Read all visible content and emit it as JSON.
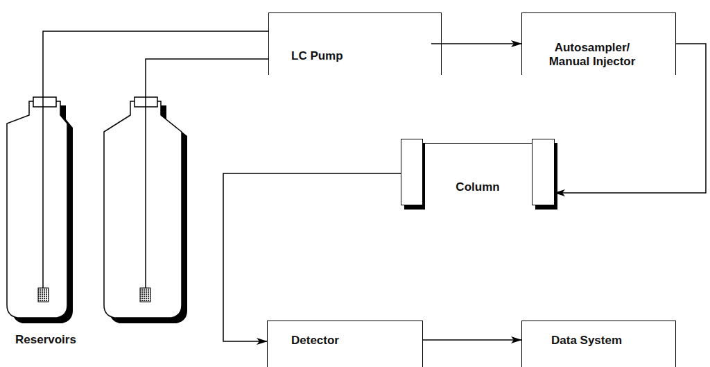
{
  "diagram": {
    "nodes": [
      {
        "text": [
          "LC Pump"
        ]
      },
      {
        "text": [
          "Autosampler/ Manual Injector"
        ]
      },
      {
        "text": [
          "Column"
        ]
      },
      {
        "text": [
          "Detector"
        ]
      },
      {
        "text": [
          "Data System"
        ]
      }
    ],
    "edges": [
      {
        "from": 0,
        "to": 1,
        "arrow": "to"
      },
      {
        "from": 1,
        "to": 2,
        "arrow": "to"
      },
      {
        "from": 2,
        "to": 3,
        "arrow": "to"
      },
      {
        "from": 3,
        "to": 4,
        "arrow": "to"
      }
    ],
    "labels": [
      "Reservoirs"
    ]
  }
}
